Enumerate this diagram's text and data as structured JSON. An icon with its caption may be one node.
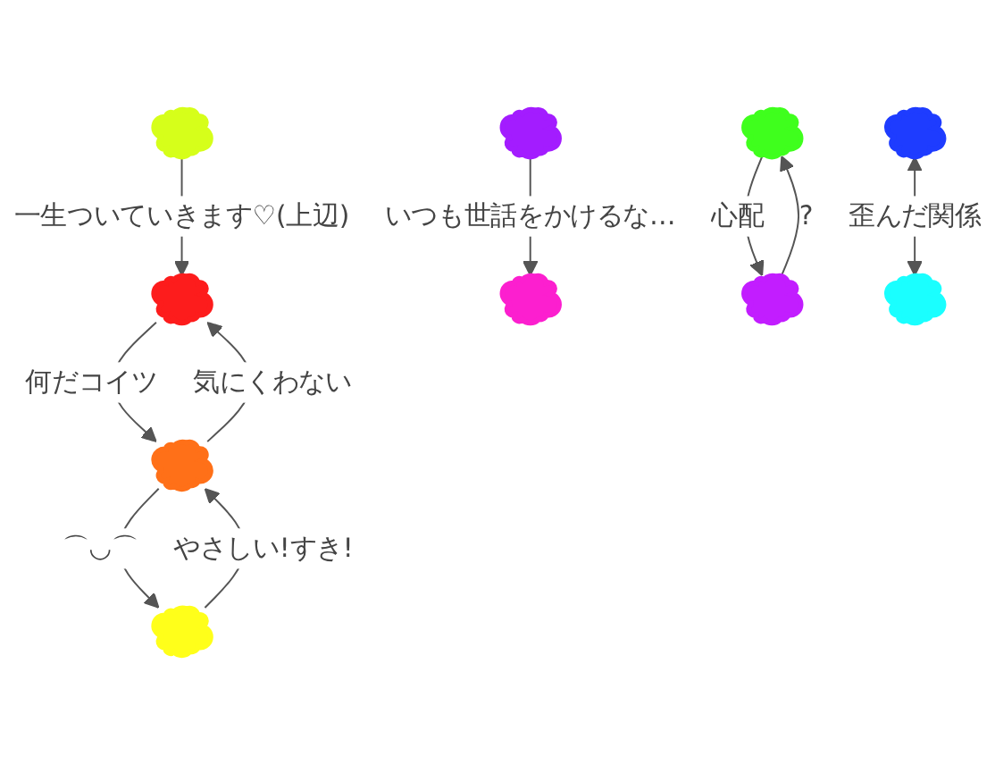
{
  "diagram": {
    "nodes": [
      {
        "text": [],
        "shape": "cloud"
      },
      {
        "text": [],
        "shape": "cloud"
      },
      {
        "text": [],
        "shape": "cloud"
      },
      {
        "text": [],
        "shape": "cloud"
      },
      {
        "text": [],
        "shape": "cloud"
      },
      {
        "text": [],
        "shape": "cloud"
      },
      {
        "text": [],
        "shape": "cloud"
      },
      {
        "text": [],
        "shape": "cloud"
      },
      {
        "text": [],
        "shape": "cloud"
      },
      {
        "text": [],
        "shape": "cloud"
      }
    ],
    "edges": [
      {
        "from": 2,
        "to": 0,
        "arrow": "to",
        "label": "一生ついていきます♡(上辺)"
      },
      {
        "from": 3,
        "to": 1,
        "arrow": "to",
        "label": "いつも世話をかけるな…"
      },
      {
        "from": 4,
        "to": 0,
        "arrow": "to",
        "label": "気にくわない"
      },
      {
        "from": 0,
        "to": 4,
        "arrow": "to",
        "label": "何だコイツ"
      },
      {
        "from": 4,
        "to": 7,
        "arrow": "to",
        "label": "⌒◡⌒"
      },
      {
        "from": 7,
        "to": 4,
        "arrow": "to",
        "label": "やさしい!すき!"
      },
      {
        "from": 6,
        "to": 5,
        "arrow": "to",
        "label": "?"
      },
      {
        "from": 5,
        "to": 6,
        "arrow": "to",
        "label": "心配"
      },
      {
        "from": 8,
        "to": 9,
        "arrow": "both",
        "label": "歪んだ関係"
      }
    ]
  }
}
